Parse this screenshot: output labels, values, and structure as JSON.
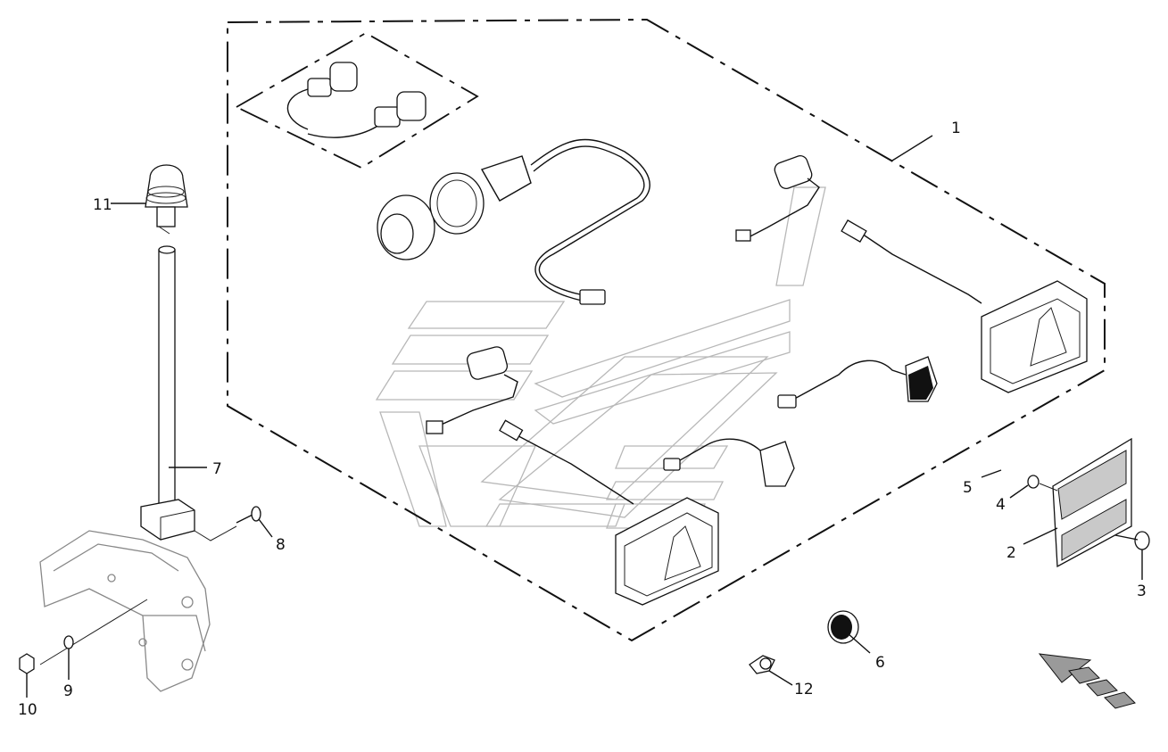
{
  "diagram": {
    "callouts": [
      {
        "id": "1",
        "text": "1"
      },
      {
        "id": "2",
        "text": "2"
      },
      {
        "id": "3",
        "text": "3"
      },
      {
        "id": "4",
        "text": "4"
      },
      {
        "id": "5",
        "text": "5"
      },
      {
        "id": "6",
        "text": "6"
      },
      {
        "id": "7",
        "text": "7"
      },
      {
        "id": "8",
        "text": "8"
      },
      {
        "id": "9",
        "text": "9"
      },
      {
        "id": "10",
        "text": "10"
      },
      {
        "id": "11",
        "text": "11"
      },
      {
        "id": "12",
        "text": "12"
      }
    ],
    "colors": {
      "line": "#111111",
      "watermark": "#b8b8b8",
      "reflector_fill": "#c9c9c9",
      "background": "#ffffff"
    }
  }
}
